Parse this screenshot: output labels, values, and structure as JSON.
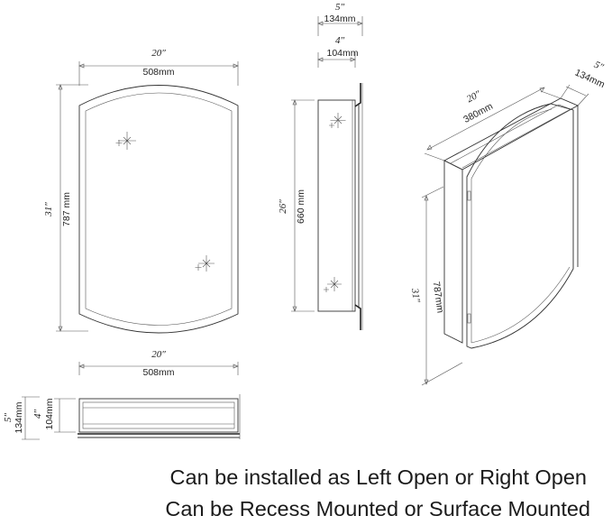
{
  "dimensions": {
    "front": {
      "width_in": "20″",
      "width_mm": "508mm",
      "height_in": "31″",
      "height_mm": "787 mm"
    },
    "side": {
      "depth_total_in": "5″",
      "depth_total_mm": "134mm",
      "depth_body_in": "4″",
      "depth_body_mm": "104mm",
      "height_in": "26″",
      "height_mm": "660 mm"
    },
    "bottom": {
      "width_in": "20″",
      "width_mm": "508mm",
      "depth_total_in": "5″",
      "depth_total_mm": "134mm",
      "depth_body_in": "4″",
      "depth_body_mm": "104mm"
    },
    "iso": {
      "width_in": "20″",
      "width_mm": "380mm",
      "depth_in": "5″",
      "depth_mm": "134mm",
      "height_in": "31″",
      "height_mm": "787mm"
    }
  },
  "captions": {
    "line1": "Can be installed as Left Open or Right Open",
    "line2": "Can be Recess Mounted or Surface Mounted"
  }
}
